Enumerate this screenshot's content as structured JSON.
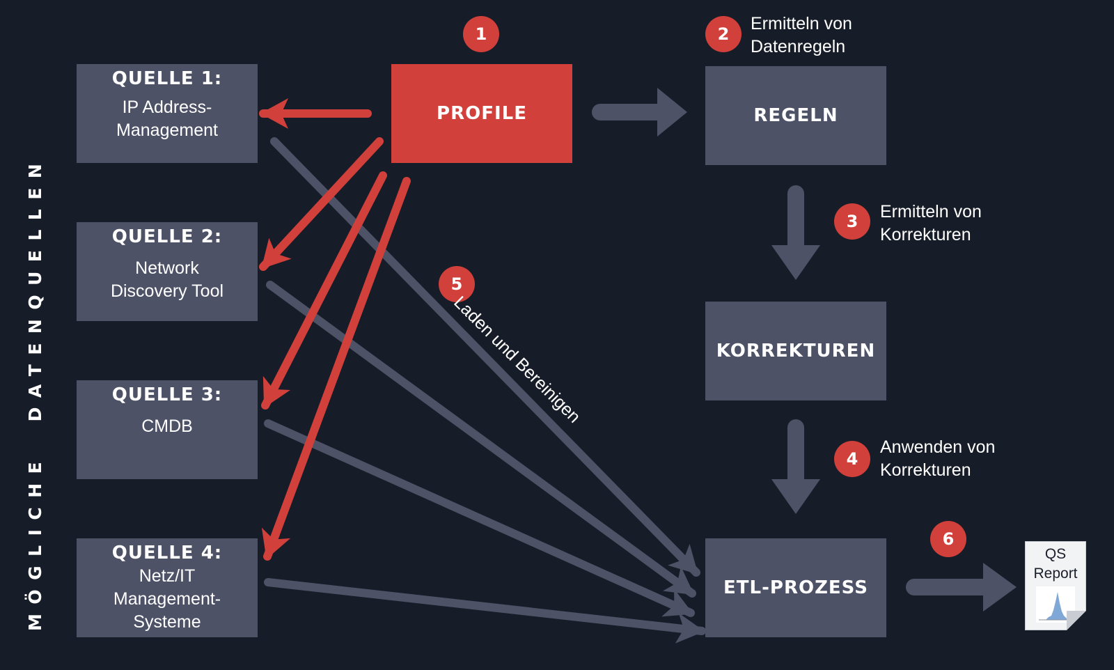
{
  "vertical_label": "MÖGLICHE  DATENQUELLEN",
  "sources": [
    {
      "title": "QUELLE 1:",
      "subtitle": "IP Address-\nManagement"
    },
    {
      "title": "QUELLE 2:",
      "subtitle": "Network\nDiscovery Tool"
    },
    {
      "title": "QUELLE 3:",
      "subtitle": "CMDB"
    },
    {
      "title": "QUELLE 4:",
      "subtitle": "Netz/IT\nManagement-\nSysteme"
    }
  ],
  "profile": {
    "label": "PROFILE"
  },
  "regeln": {
    "label": "REGELN"
  },
  "korrekturen": {
    "label": "KORREKTUREN"
  },
  "etl": {
    "label": "ETL-PROZESS"
  },
  "steps": [
    {
      "number": "1",
      "label": ""
    },
    {
      "number": "2",
      "label": "Ermitteln von\nDatenregeln"
    },
    {
      "number": "3",
      "label": "Ermitteln von\nKorrekturen"
    },
    {
      "number": "4",
      "label": "Anwenden von\nKorrekturen"
    },
    {
      "number": "5",
      "label": "Laden und Bereinigen"
    },
    {
      "number": "6",
      "label": ""
    }
  ],
  "qs_report": {
    "line1": "QS",
    "line2": "Report"
  },
  "colors": {
    "background": "#171d28",
    "box": "#4d5266",
    "accent": "#d1403a",
    "arrow_gray": "#4d5266",
    "text": "#ffffff"
  }
}
